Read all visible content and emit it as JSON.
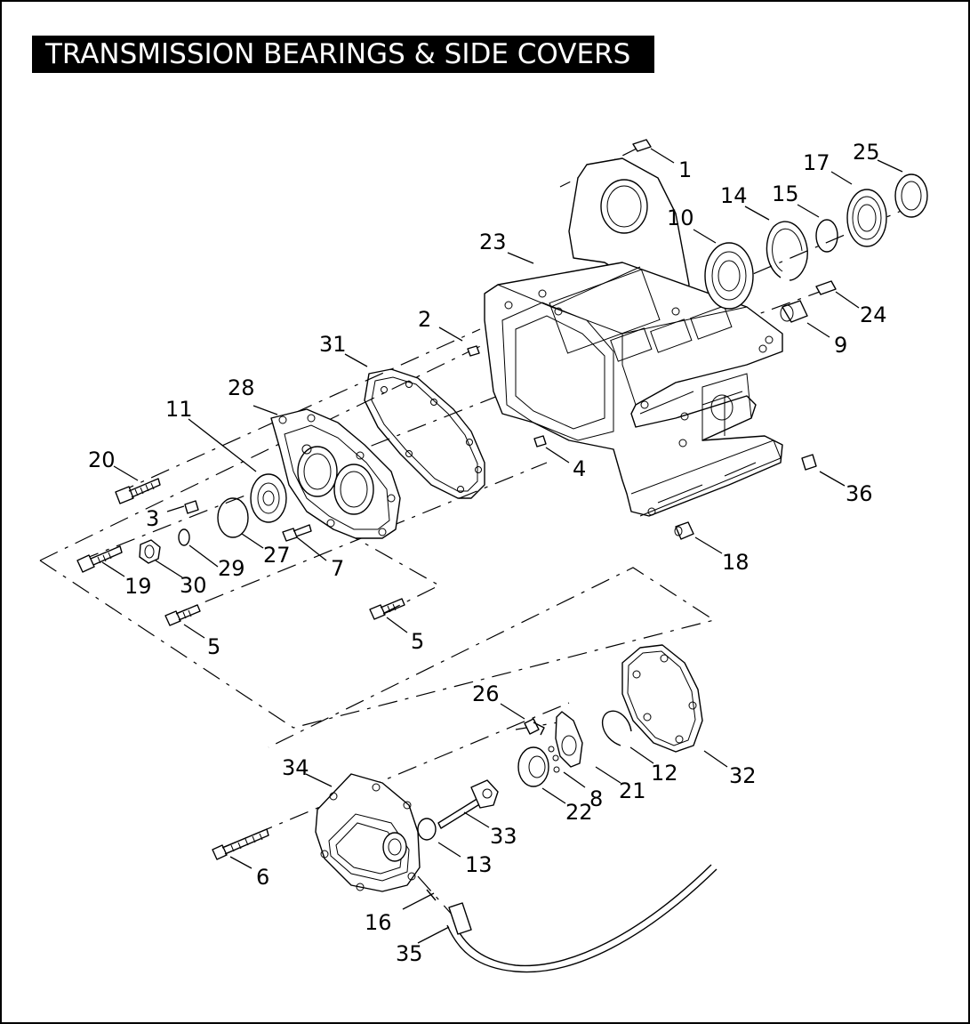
{
  "title": "TRANSMISSION BEARINGS & SIDE COVERS",
  "callouts": [
    {
      "id": "c1",
      "label": "1"
    },
    {
      "id": "c2",
      "label": "2"
    },
    {
      "id": "c3",
      "label": "3"
    },
    {
      "id": "c4",
      "label": "4"
    },
    {
      "id": "c5a",
      "label": "5"
    },
    {
      "id": "c5b",
      "label": "5"
    },
    {
      "id": "c6",
      "label": "6"
    },
    {
      "id": "c7",
      "label": "7"
    },
    {
      "id": "c8",
      "label": "8"
    },
    {
      "id": "c9",
      "label": "9"
    },
    {
      "id": "c10",
      "label": "10"
    },
    {
      "id": "c11",
      "label": "11"
    },
    {
      "id": "c12",
      "label": "12"
    },
    {
      "id": "c13",
      "label": "13"
    },
    {
      "id": "c14",
      "label": "14"
    },
    {
      "id": "c15",
      "label": "15"
    },
    {
      "id": "c16",
      "label": "16"
    },
    {
      "id": "c17",
      "label": "17"
    },
    {
      "id": "c18",
      "label": "18"
    },
    {
      "id": "c19",
      "label": "19"
    },
    {
      "id": "c20",
      "label": "20"
    },
    {
      "id": "c21",
      "label": "21"
    },
    {
      "id": "c22",
      "label": "22"
    },
    {
      "id": "c23",
      "label": "23"
    },
    {
      "id": "c24",
      "label": "24"
    },
    {
      "id": "c25",
      "label": "25"
    },
    {
      "id": "c26",
      "label": "26"
    },
    {
      "id": "c27",
      "label": "27"
    },
    {
      "id": "c28",
      "label": "28"
    },
    {
      "id": "c29",
      "label": "29"
    },
    {
      "id": "c30",
      "label": "30"
    },
    {
      "id": "c31",
      "label": "31"
    },
    {
      "id": "c32",
      "label": "32"
    },
    {
      "id": "c33",
      "label": "33"
    },
    {
      "id": "c34",
      "label": "34"
    },
    {
      "id": "c35",
      "label": "35"
    },
    {
      "id": "c36",
      "label": "36"
    }
  ]
}
